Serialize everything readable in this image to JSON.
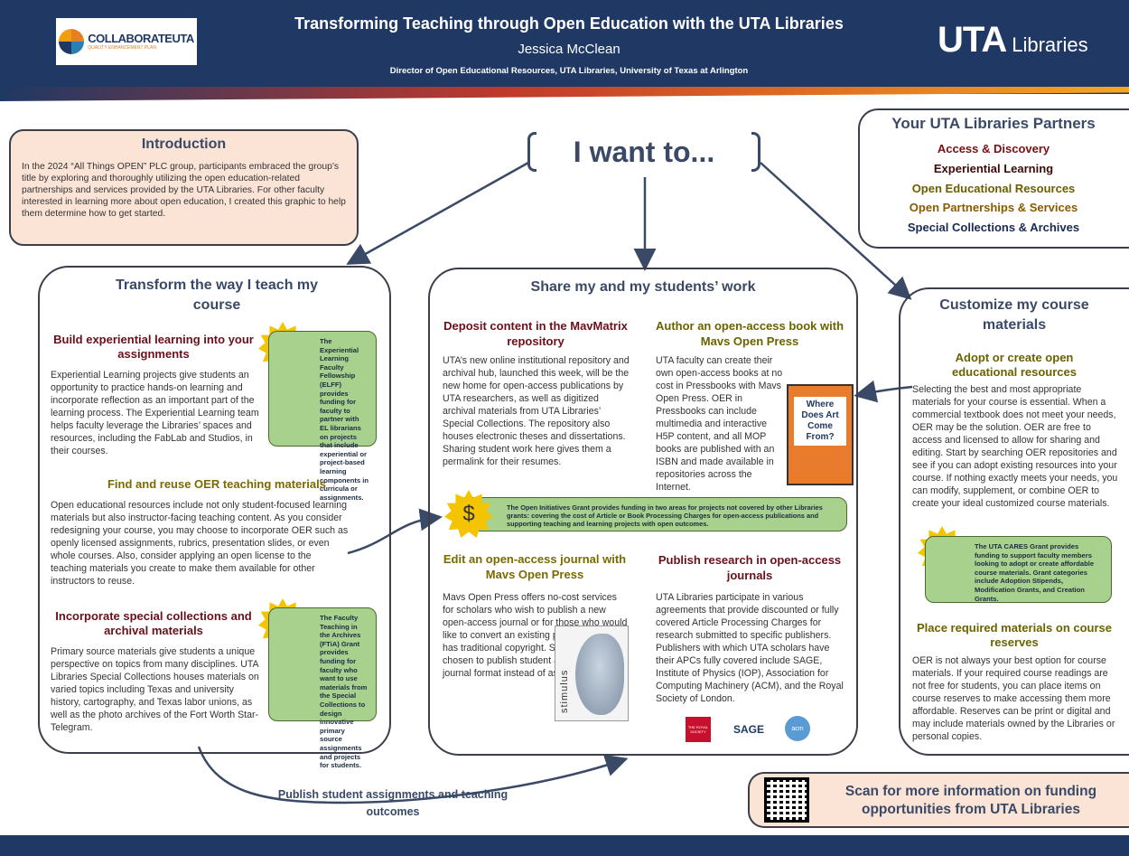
{
  "header": {
    "logo_main": "COLLABORATEUTA",
    "logo_sub": "QUALITY ENHANCEMENT PLAN",
    "title": "Transforming Teaching through Open Education with the UTA Libraries",
    "author": "Jessica McClean",
    "affiliation": "Director of Open Educational Resources, UTA Libraries, University of Texas at Arlington",
    "uta_logo_big": "UTA",
    "uta_logo_small": "Libraries"
  },
  "intro": {
    "title": "Introduction",
    "text": "In the 2024 “All Things OPEN” PLC group, participants embraced the group’s title by exploring and thoroughly utilizing the open education-related partnerships and services provided by the UTA Libraries. For other faculty interested in learning more about open education, I created this graphic to help them determine how to get started."
  },
  "center": {
    "heading": "I want to..."
  },
  "partners": {
    "title": "Your UTA Libraries Partners",
    "items": [
      {
        "label": "Access & Discovery",
        "color": "#7b0d12"
      },
      {
        "label": "Experiential Learning",
        "color": "#3d0a0a"
      },
      {
        "label": "Open Educational Resources",
        "color": "#6b5d00"
      },
      {
        "label": "Open Partnerships & Services",
        "color": "#8a5a00"
      },
      {
        "label": "Special Collections & Archives",
        "color": "#1b2a50"
      }
    ]
  },
  "transform": {
    "title": "Transform the way I teach my course",
    "s1_title": "Build experiential learning into your assignments",
    "s1_text": "Experiential Learning projects give students an opportunity to practice hands-on learning and incorporate reflection as an important part of the learning process. The Experiential Learning team helps faculty leverage the Libraries’ spaces and resources, including the FabLab and Studios, in their courses.",
    "s1_grant": "The Experiential Learning Faculty Fellowship (ELFF) provides funding for faculty to partner with EL librarians on projects that include experiential or project-based learning components in curricula or assignments.",
    "s2_title": "Find and reuse OER teaching materials",
    "s2_text": "Open educational resources include not only student-focused learning materials but also instructor-facing teaching content. As you consider redesigning your course, you may choose to incorporate OER such as openly licensed assignments, rubrics, presentation slides, or even whole courses. Also, consider applying an open license to the teaching materials you create to make them available for other instructors to reuse.",
    "s3_title": "Incorporate special collections and archival materials",
    "s3_text": "Primary source materials give students a unique perspective on topics from many disciplines. UTA Libraries Special Collections houses materials on varied topics including Texas and university history, cartography, and Texas labor unions, as well as the photo archives of the Fort Worth Star-Telegram.",
    "s3_grant": "The Faculty Teaching in the Archives (FTiA) Grant provides funding for faculty who want to use materials from the Special Collections to design innovative primary source assignments and projects for students."
  },
  "share": {
    "title": "Share my and my students’ work",
    "deposit_title": "Deposit content in the MavMatrix repository",
    "deposit_text": "UTA’s new online institutional repository and archival hub, launched this week, will be the new home for open-access publications by UTA researchers, as well as digitized archival materials from UTA Libraries’ Special Collections. The repository also houses electronic theses and dissertations. Sharing student work here gives them a permalink for their resumes.",
    "author_title": "Author an open-access book with Mavs Open Press",
    "author_text": "UTA faculty can create their own open-access books at no cost in Pressbooks with Mavs Open Press. OER in Pressbooks can include multimedia and interactive H5P content, and all MOP books are published with an ISBN and made available in repositories across the Internet.",
    "book_title": "Where Does Art Come From?",
    "grant": "The Open Initiatives Grant provides funding in two areas for projects not covered by other Libraries grants: covering the cost of Article or Book Processing Charges for open-access publications and supporting teaching and learning projects with open outcomes.",
    "edit_title": "Edit an open-access journal with Mavs Open Press",
    "edit_text": "Mavs Open Press offers no-cost services for scholars who wish to publish a new open-access journal or for those who would like to convert an existing print journal that has traditional copyright. Some faculty have chosen to publish student assignments in journal format instead of as a book.",
    "journal_name": "stimulus",
    "publish_title": "Publish research in open-access journals",
    "publish_text": "UTA Libraries participate in various agreements that provide discounted or fully covered Article Processing Charges for research submitted to specific publishers. Publishers with which UTA scholars have their APCs fully covered include SAGE, Institute of Physics (IOP), Association for Computing Machinery (ACM), and the Royal Society of London.",
    "pub_logos": [
      "THE ROYAL SOCIETY",
      "SAGE",
      "acm"
    ]
  },
  "customize": {
    "title": "Customize my course materials",
    "s1_title": "Adopt or create open educational resources",
    "s1_text": "Selecting the best and most appropriate materials for your course is essential. When a commercial textbook does not meet your needs, OER may be the solution. OER are free to access and licensed to allow for sharing and editing. Start by searching OER repositories and see if you can adopt existing resources into your course. If nothing exactly meets your needs, you can modify, supplement, or combine OER to create your ideal customized course materials.",
    "grant": "The UTA CARES Grant provides funding to support faculty members looking to adopt or create affordable course materials. Grant categories include Adoption Stipends, Modification Grants, and Creation Grants.",
    "s2_title": "Place required materials on course reserves",
    "s2_text": "OER is not always your best option for course materials. If your required course readings are not free for students, you can place items on course reserves to make accessing them more affordable. Reserves can be print or digital and may include materials owned by the Libraries or personal copies."
  },
  "bottom": {
    "publish_assignments": "Publish student assignments and teaching outcomes",
    "qr_text": "Scan for more information on funding opportunities from UTA Libraries"
  },
  "dollar": "$"
}
